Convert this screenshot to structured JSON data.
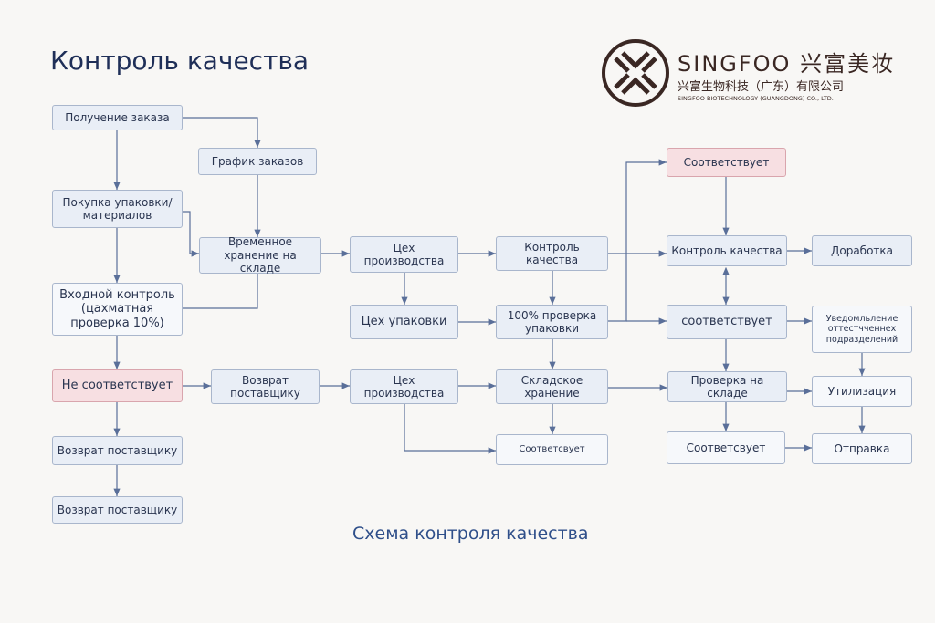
{
  "title": "Контроль качества",
  "caption": "Схема контроля качества",
  "logo": {
    "brand": "SINGFOO 兴富美妆",
    "cn": "兴富生物科技（广东）有限公司",
    "en": "SINGFOO BIOTECHNOLOGY (GUANGDONG) CO., LTD."
  },
  "boxes": {
    "b1": "Получение заказа",
    "b2": "График заказов",
    "b3": "Покупка упаковки/ материалов",
    "b4": "Временное хранение на складе",
    "b5": "Входной контроль (цахматная проверка 10%)",
    "b6": "Не соответствует",
    "b7": "Возврат поставщику",
    "b8": "Возврат поставщику",
    "b9": "Возврат поставщику",
    "b10": "Цех производства",
    "b11": "Цех упаковки",
    "b12": "Цех производства",
    "b13": "Контроль качества",
    "b14": "100% проверка упаковки",
    "b15": "Складское хранение",
    "b16": "Соответсвует",
    "b17": "Соответствует",
    "b18": "Контроль качества",
    "b19": "соответствует",
    "b20": "Проверка на складе",
    "b21": "Соответсвует",
    "b22": "Доработка",
    "b23": "Уведомльление оттестчченнех подразделений",
    "b24": "Утилизация",
    "b25": "Отправка"
  },
  "colors": {
    "accent": "#1f2f58",
    "box": "#e9eef6",
    "pink": "#f7dfe2",
    "line": "#5a6f99"
  }
}
